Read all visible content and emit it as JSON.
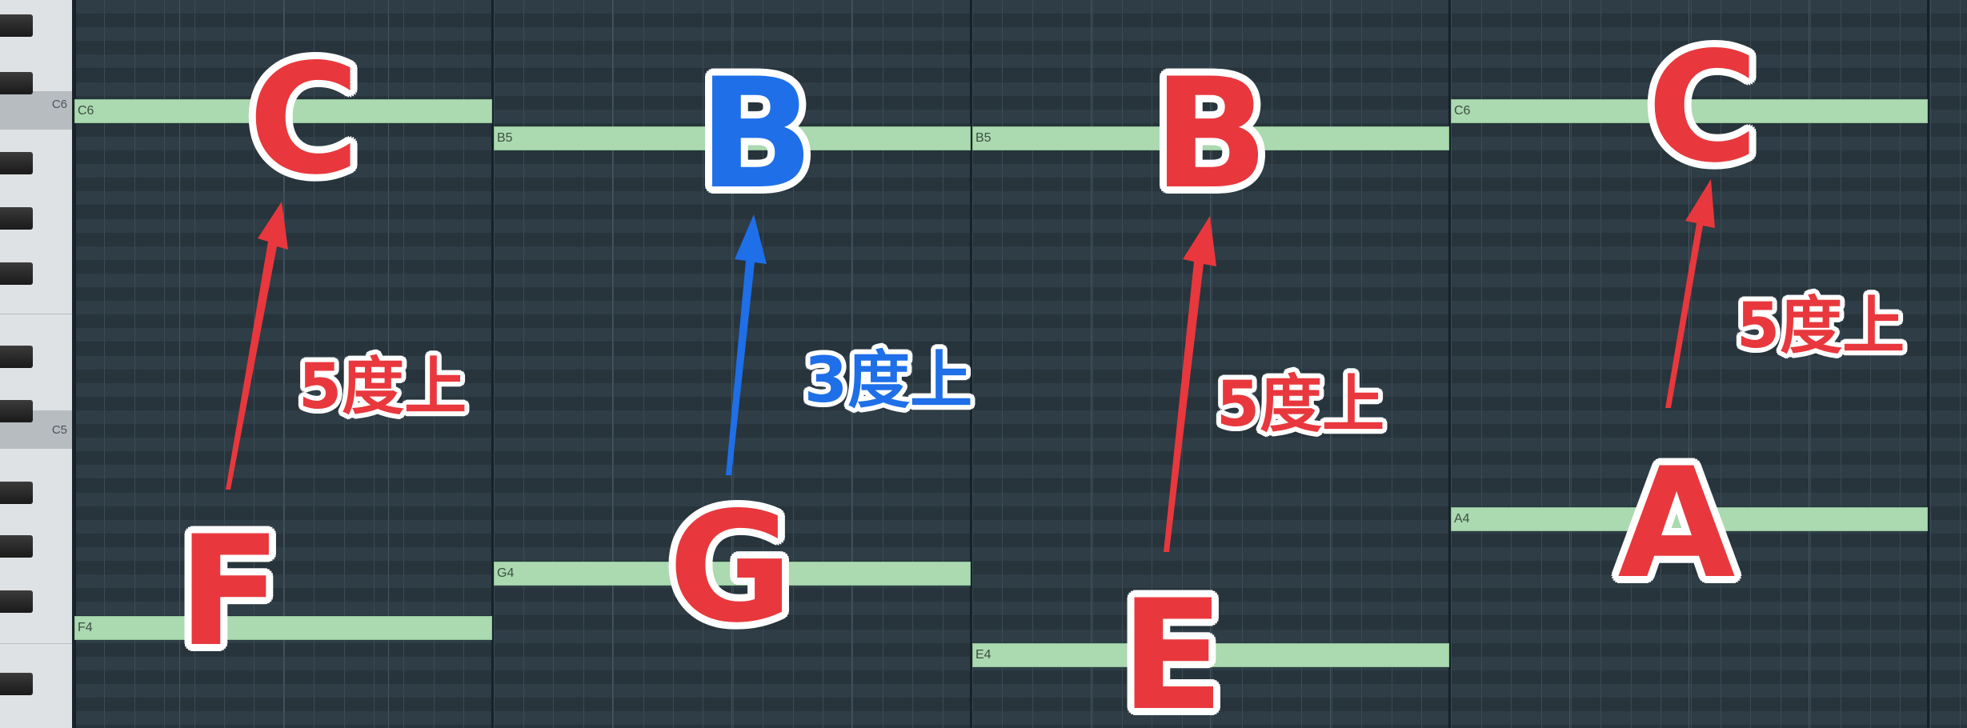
{
  "keyboard": {
    "c_labels": [
      "C6",
      "C5"
    ]
  },
  "notes": [
    {
      "label": "C6"
    },
    {
      "label": "B5"
    },
    {
      "label": "B5"
    },
    {
      "label": "C6"
    },
    {
      "label": "F4"
    },
    {
      "label": "G4"
    },
    {
      "label": "E4"
    },
    {
      "label": "A4"
    }
  ],
  "annotations": {
    "letters": [
      "C",
      "B",
      "B",
      "C",
      "F",
      "G",
      "E",
      "A"
    ],
    "intervals": [
      "5度上",
      "3度上",
      "5度上",
      "5度上"
    ]
  },
  "colors": {
    "red": "#e8383d",
    "blue": "#1e6fe8",
    "note_fill": "#abd9b0",
    "grid_bg": "#2c3a43"
  },
  "icons": [
    "arrow-up-icon"
  ]
}
